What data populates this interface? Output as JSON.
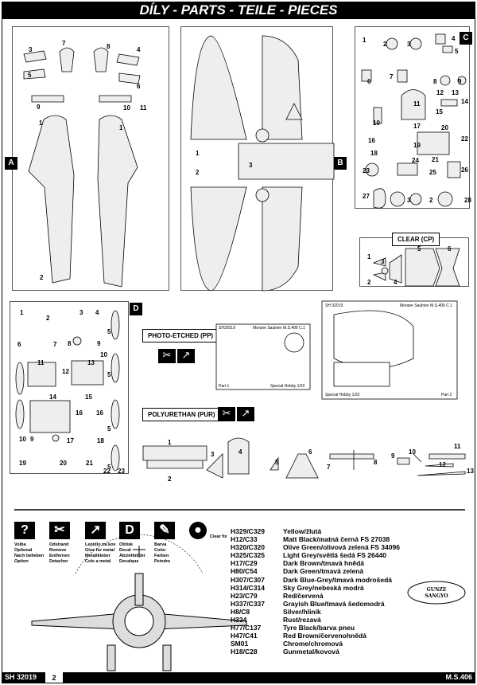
{
  "header": {
    "title": "DÍLY - PARTS - TEILE - PIECES"
  },
  "panels": {
    "a": {
      "label": "A",
      "parts": [
        "3",
        "7",
        "8",
        "4",
        "5",
        "6",
        "9",
        "10",
        "11",
        "1",
        "1",
        "2"
      ]
    },
    "b": {
      "label": "B",
      "parts": [
        "1",
        "2",
        "3"
      ]
    },
    "c": {
      "label": "C",
      "parts": [
        "1",
        "2",
        "3",
        "4",
        "5",
        "6",
        "7",
        "8",
        "9",
        "10",
        "11",
        "12",
        "13",
        "14",
        "15",
        "16",
        "17",
        "18",
        "19",
        "20",
        "21",
        "22",
        "23",
        "24",
        "25",
        "26",
        "27",
        "28",
        "3",
        "2"
      ]
    },
    "clear": {
      "label": "CLEAR (CP)",
      "parts": [
        "1",
        "2",
        "3",
        "4",
        "5",
        "6"
      ]
    },
    "d": {
      "label": "D",
      "parts": [
        "1",
        "2",
        "3",
        "4",
        "5",
        "6",
        "7",
        "8",
        "9",
        "10",
        "5",
        "11",
        "12",
        "13",
        "5",
        "14",
        "15",
        "16",
        "16",
        "10",
        "9",
        "17",
        "18",
        "5",
        "19",
        "20",
        "21",
        "22",
        "23"
      ]
    },
    "pur": {
      "label": "POLYURETHAN (PUR)",
      "parts": [
        "1",
        "2",
        "3",
        "4",
        "5",
        "6",
        "7",
        "8",
        "9",
        "10",
        "11",
        "12",
        "13"
      ]
    }
  },
  "photo_etched": {
    "label": "PHOTO-ETCHED (PP)",
    "sheet1": {
      "code": "SH32019",
      "name": "Morane Saulnier M.S.406 C.1",
      "part": "Part 1",
      "maker": "Special Hobby 1/32"
    },
    "sheet2": {
      "code": "SH 32019",
      "name": "Morane Saulnier M.S.406 C.1",
      "part": "Part 2",
      "maker": "Special Hobby 1/32"
    }
  },
  "legend": [
    {
      "icon": "question-icon",
      "glyph": "?",
      "text": [
        "Volba",
        "Optional",
        "Nach belieben",
        "Option"
      ]
    },
    {
      "icon": "scissors-icon",
      "glyph": "✂",
      "text": [
        "Odstranit",
        "Remove",
        "Entfernen",
        "Detacher"
      ]
    },
    {
      "icon": "glue-metal-icon",
      "glyph": "↗",
      "text": [
        "Lepidlo na kov",
        "Glue for metal",
        "Metallkleber",
        "Cole a metal"
      ]
    },
    {
      "icon": "decal-icon",
      "glyph": "D",
      "text": [
        "Obtisk",
        "Decal",
        "Abziehbilder",
        "Decalque"
      ]
    },
    {
      "icon": "paint-brush-icon",
      "glyph": "✎",
      "text": [
        "Barva",
        "Color",
        "Farben",
        "Peindre"
      ]
    },
    {
      "icon": "clear-fix-icon",
      "glyph": "●",
      "text": [
        "Clear fix"
      ]
    }
  ],
  "colors": [
    {
      "code": "H329/C329",
      "name": "Yellow/žlutá"
    },
    {
      "code": "H12/C33",
      "name": "Matt Black/matná černá FS 27038"
    },
    {
      "code": "H320/C320",
      "name": "Olive Green/olivová zelená FS 34096"
    },
    {
      "code": "H325/C325",
      "name": "Light Grey/světlá šedá FS 26440"
    },
    {
      "code": "H17/C29",
      "name": "Dark Brown/tmavá hnědá"
    },
    {
      "code": "H80/C54",
      "name": "Dark Green/tmavá zelená"
    },
    {
      "code": "H307/C307",
      "name": "Dark Blue-Grey/tmavá modrošedá"
    },
    {
      "code": "H314/C314",
      "name": "Sky Grey/nebeská modrá"
    },
    {
      "code": "H23/C79",
      "name": "Red/červená"
    },
    {
      "code": "H337/C337",
      "name": "Grayish Blue/tmavá šedomodrá"
    },
    {
      "code": "H8/C8",
      "name": "Silver/hliník"
    },
    {
      "code": "H334",
      "name": "Rust/rezavá"
    },
    {
      "code": "H77/C137",
      "name": "Tyre Black/barva pneu"
    },
    {
      "code": "H47/C41",
      "name": "Red Brown/červenohnědá"
    },
    {
      "code": "SM01",
      "name": "Chrome/chromová"
    },
    {
      "code": "H18/C28",
      "name": "Gunmetal/kovová"
    }
  ],
  "brand_logo": "GUNZE SANGYO",
  "footer": {
    "kit": "SH 32019",
    "page": "2",
    "model": "M.S.406"
  }
}
